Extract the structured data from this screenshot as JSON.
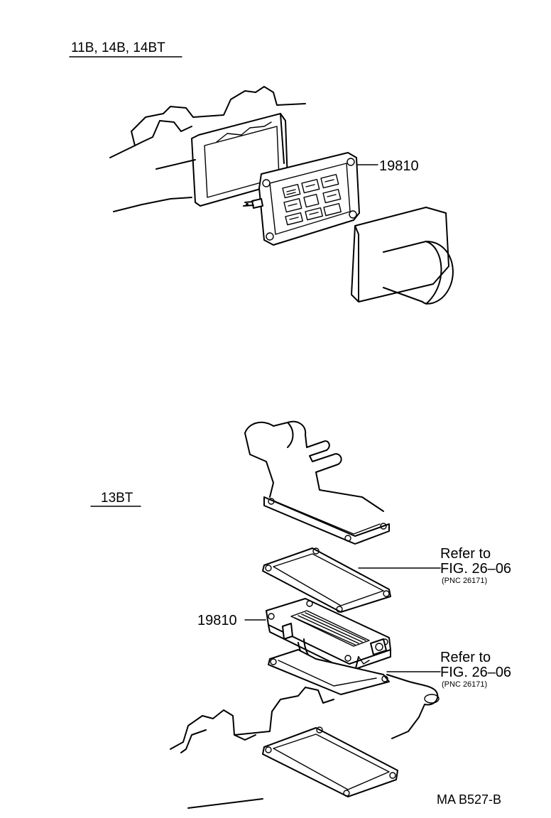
{
  "sections": {
    "top": {
      "engine_label": "11B, 14B, 14BT",
      "part_number": "19810"
    },
    "bottom": {
      "engine_label": "13BT",
      "part_number": "19810",
      "references": [
        {
          "line1": "Refer to",
          "line2": "FIG. 26–06",
          "pnc": "(PNC 26171)"
        },
        {
          "line1": "Refer to",
          "line2": "FIG. 26–06",
          "pnc": "(PNC 26171)"
        }
      ]
    }
  },
  "figure_code": "MA B527-B"
}
